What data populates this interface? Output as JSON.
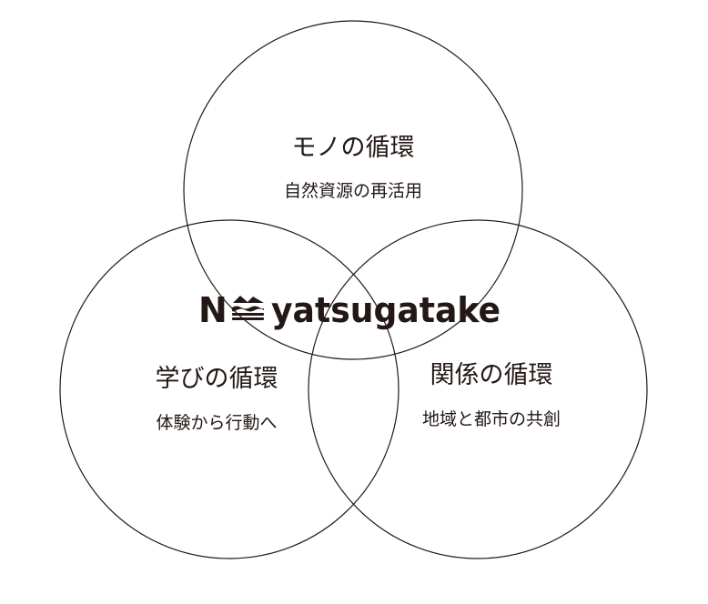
{
  "logo": {
    "letter": "N",
    "wordmark": "yatsugatake",
    "mark_icon": "mountain-waves-icon"
  },
  "circles": [
    {
      "id": "mono",
      "title": "モノの循環",
      "subtitle": "自然資源の再活用"
    },
    {
      "id": "manabi",
      "title": "学びの循環",
      "subtitle": "体験から行動へ"
    },
    {
      "id": "kankei",
      "title": "関係の循環",
      "subtitle": "地域と都市の共創"
    }
  ],
  "colors": {
    "ink": "#231815",
    "background": "#ffffff"
  }
}
